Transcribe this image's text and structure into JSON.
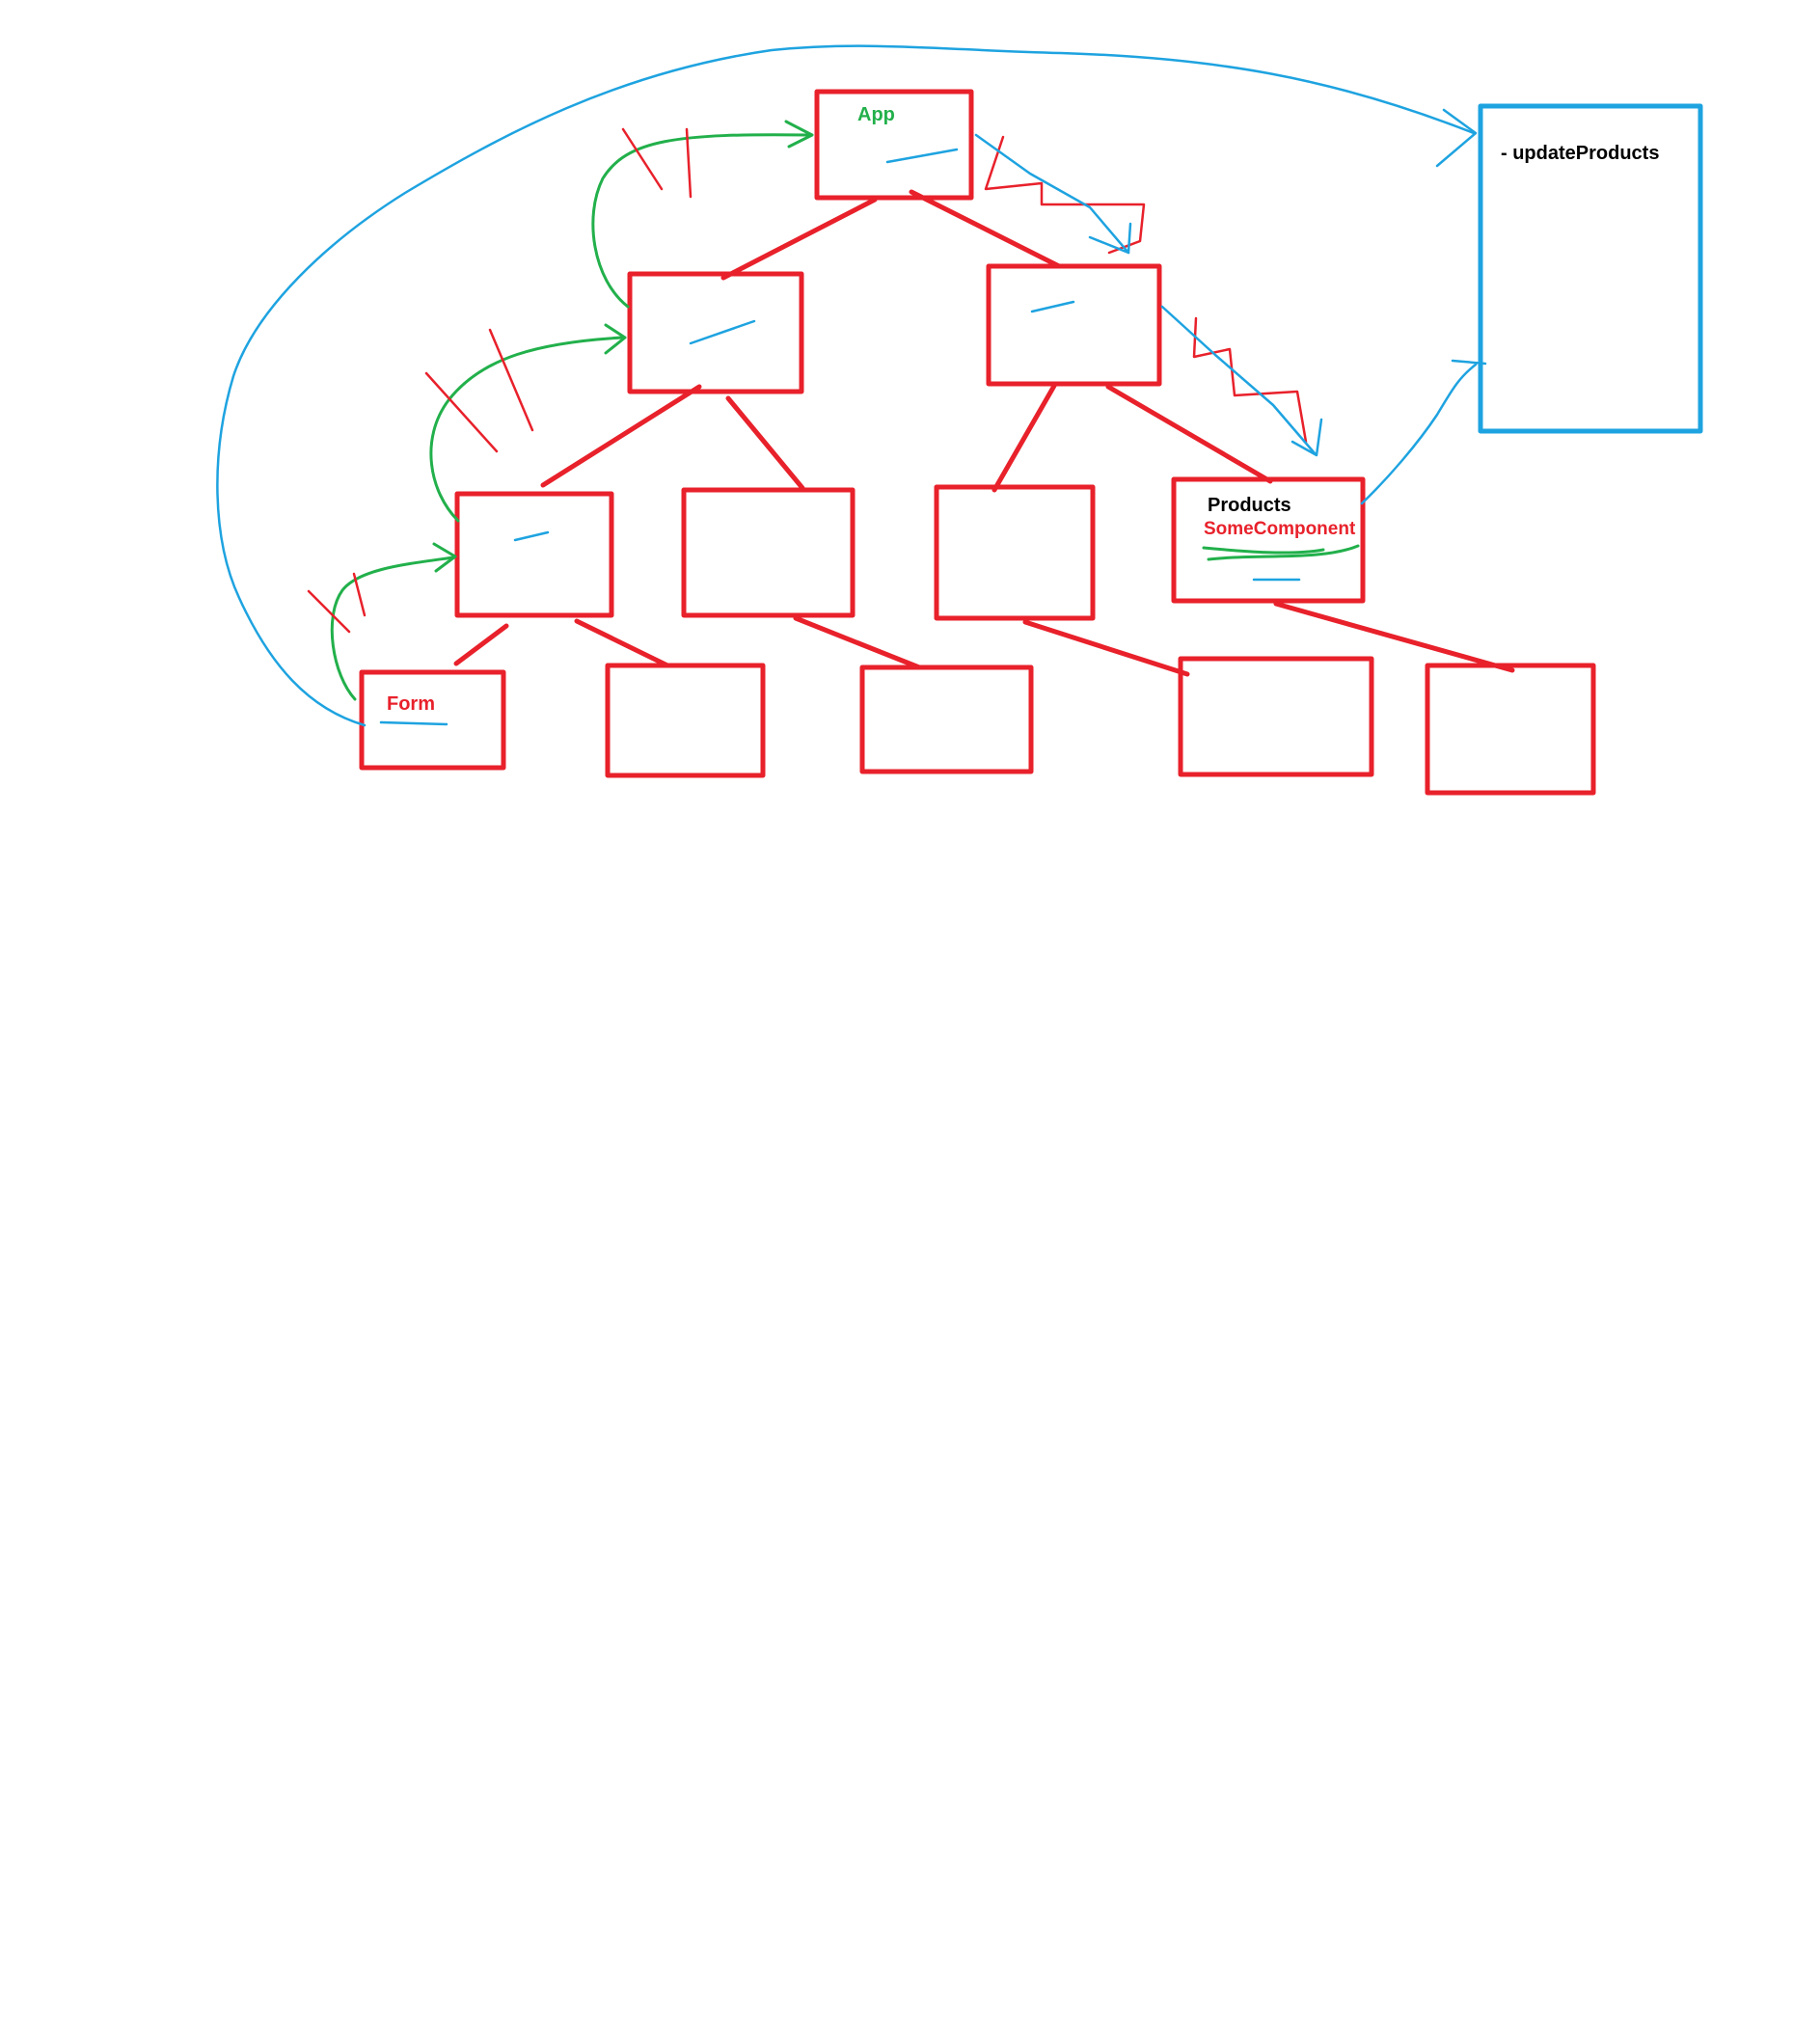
{
  "colors": {
    "component": "#e8212b",
    "store": "#1ea3e0",
    "prop_flow": "#22b04b",
    "label_black": "#000000"
  },
  "labels": {
    "app": "App",
    "form": "Form",
    "products": "Products",
    "some_component": "SomeComponent",
    "store_method": "- updateProducts"
  }
}
